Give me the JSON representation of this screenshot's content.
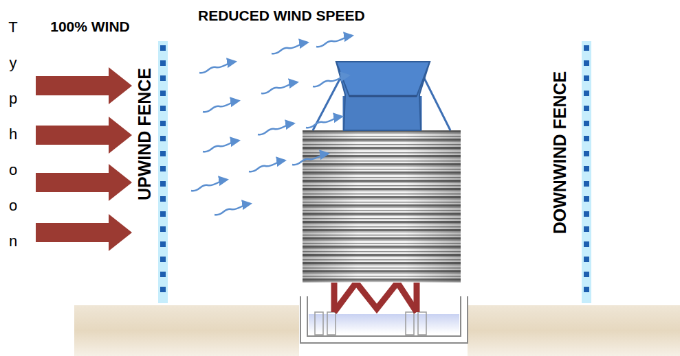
{
  "diagram": {
    "labels": [
      "Typhoon",
      "100% WIND",
      "REDUCED WIND SPEED",
      "UPWIND FENCE",
      "DOWNWIND FENCE"
    ]
  }
}
